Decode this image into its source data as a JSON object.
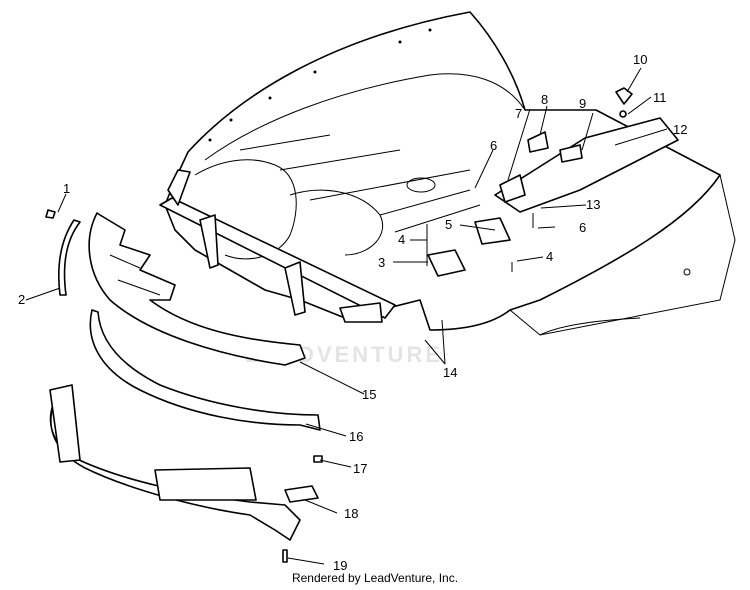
{
  "watermark": "LEADVENTURE",
  "footer": "Rendered by LeadVenture, Inc.",
  "callouts": [
    "1",
    "2",
    "3",
    "4",
    "4",
    "5",
    "6",
    "6",
    "7",
    "8",
    "9",
    "10",
    "11",
    "12",
    "13",
    "14",
    "15",
    "16",
    "17",
    "18",
    "19"
  ]
}
